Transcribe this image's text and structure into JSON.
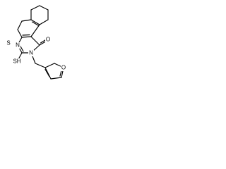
{
  "molecule": {
    "atoms": {
      "sulfur_ring": "S",
      "nitrogen_1": "N",
      "nitrogen_3": "N",
      "oxygen_carbonyl": "O",
      "thiol": "SH",
      "oxygen_furan": "O"
    },
    "colors": {
      "bond": "#000000",
      "label": "#000000",
      "background": "#ffffff"
    }
  }
}
